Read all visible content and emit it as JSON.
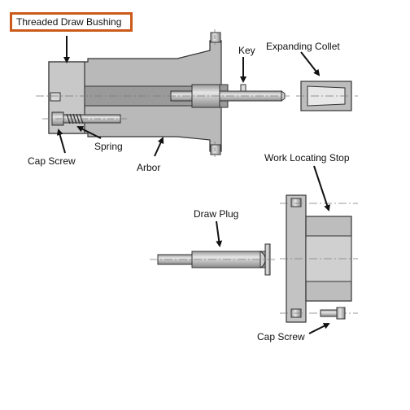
{
  "title": "Threaded Draw Bushing",
  "labels": {
    "key": "Key",
    "expanding_collet": "Expanding Collet",
    "spring": "Spring",
    "cap_screw_top": "Cap Screw",
    "arbor": "Arbor",
    "work_locating_stop": "Work Locating Stop",
    "draw_plug": "Draw Plug",
    "cap_screw_bottom": "Cap Screw"
  },
  "colors": {
    "title_border": "#cc5a1a",
    "part_fill": "#b8b8b8",
    "part_dark": "#8d8d8d",
    "part_light": "#e4e4e4",
    "outline": "#333333",
    "centerline": "#7a7a7a",
    "text": "#111111"
  }
}
